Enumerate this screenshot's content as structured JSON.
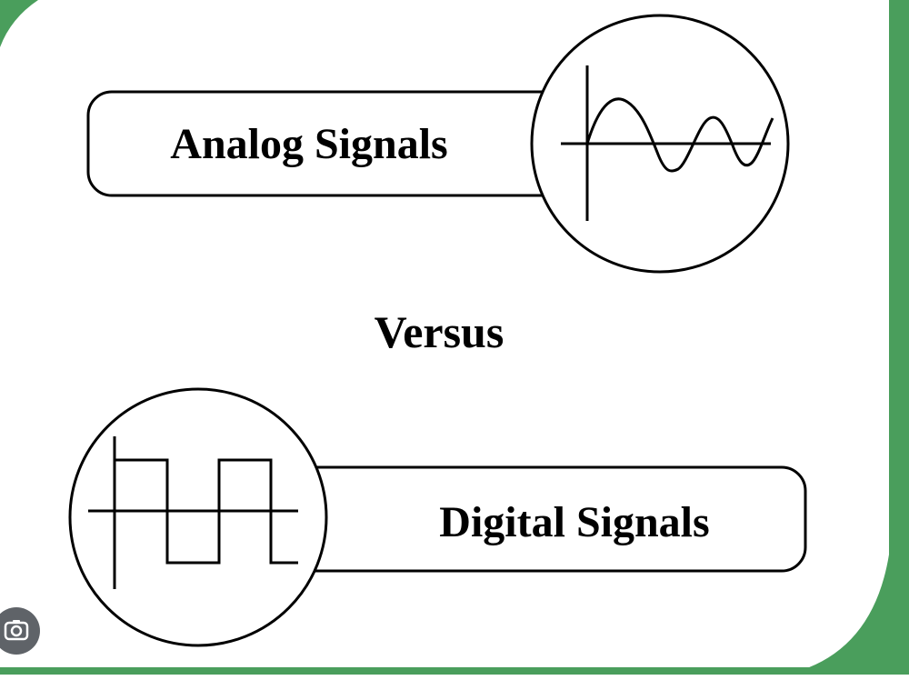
{
  "diagram": {
    "top_label": "Analog Signals",
    "middle_label": "Versus",
    "bottom_label": "Digital Signals"
  },
  "icons": {
    "analog": "sine-wave-icon",
    "digital": "square-wave-icon",
    "lens": "camera-search-icon"
  },
  "colors": {
    "frame_green": "#4a9e5c",
    "stroke": "#000000",
    "background": "#ffffff",
    "lens_button": "#5f6368"
  }
}
